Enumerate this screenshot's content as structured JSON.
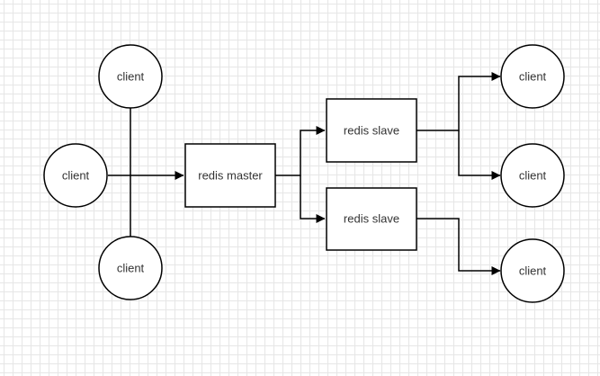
{
  "diagram": {
    "nodes": {
      "client_top": "client",
      "client_left": "client",
      "client_bottom": "client",
      "master": "redis master",
      "slave_top": "redis slave",
      "slave_bottom": "redis slave",
      "client_r1": "client",
      "client_r2": "client",
      "client_r3": "client"
    },
    "colors": {
      "stroke": "#000000",
      "text": "#333333",
      "grid": "#e6e6e6",
      "background": "#ffffff"
    }
  }
}
